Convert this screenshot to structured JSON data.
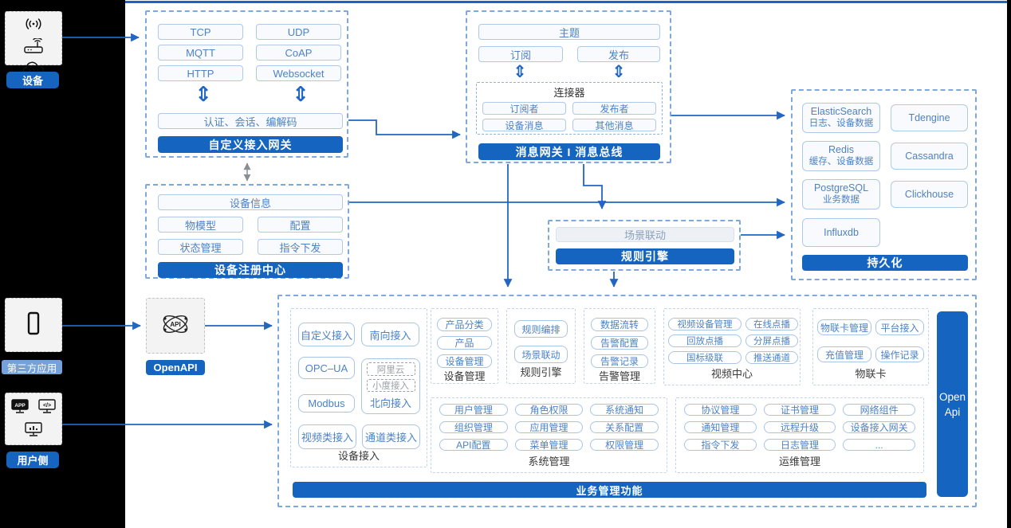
{
  "colors": {
    "accent": "#1565C0",
    "arrow": "#2166C2",
    "chip_text": "#4D82C4",
    "light_label_bg": "#74A2D8"
  },
  "icons": {
    "updown_glyph": "⇕"
  },
  "left_rail": {
    "device": {
      "label": "设备"
    },
    "third_party": {
      "label": "第三方应用"
    },
    "user_side": {
      "label": "用户侧"
    },
    "openapi": {
      "label": "OpenAPI"
    }
  },
  "gateway_box": {
    "protocols": [
      "TCP",
      "UDP",
      "MQTT",
      "CoAP",
      "HTTP",
      "Websocket"
    ],
    "auth": "认证、会话、编解码",
    "title": "自定义接入网关"
  },
  "message_box": {
    "topic": "主题",
    "subscribe": "订阅",
    "publish": "发布",
    "connector_title": "连接器",
    "connector_items": [
      "订阅者",
      "发布者",
      "设备消息",
      "其他消息"
    ],
    "title": "消息网关 I 消息总线"
  },
  "registry_box": {
    "top": "设备信息",
    "items": [
      "物模型",
      "配置",
      "状态管理",
      "指令下发"
    ],
    "title": "设备注册中心"
  },
  "rule_box": {
    "item": "场景联动",
    "title": "规则引擎"
  },
  "persistence_box": {
    "cells": [
      {
        "name": "ElasticSearch",
        "sub": "日志、设备数据"
      },
      {
        "name": "Tdengine",
        "sub": ""
      },
      {
        "name": "Redis",
        "sub": "缓存、设备数据"
      },
      {
        "name": "Cassandra",
        "sub": ""
      },
      {
        "name": "PostgreSQL",
        "sub": "业务数据"
      },
      {
        "name": "Clickhouse",
        "sub": ""
      },
      {
        "name": "Influxdb",
        "sub": ""
      }
    ],
    "title": "持久化"
  },
  "business_box": {
    "title": "业务管理功能",
    "open_api_line1": "Open",
    "open_api_line2": "Api",
    "device_access": {
      "label": "设备接入",
      "custom": "自定义接入",
      "south": "南向接入",
      "opcua": "OPC–UA",
      "north": {
        "label": "北向接入",
        "items": [
          "阿里云",
          "小度接入"
        ]
      },
      "modbus": "Modbus",
      "video": "视频类接入",
      "channel": "通道类接入"
    },
    "sections": [
      {
        "label": "设备管理",
        "items": [
          "产品分类",
          "产品",
          "设备管理"
        ]
      },
      {
        "label": "规则引擎",
        "items": [
          "规则编排",
          "场景联动"
        ]
      },
      {
        "label": "告警管理",
        "items": [
          "数据流转",
          "告警配置",
          "告警记录"
        ]
      },
      {
        "label": "视频中心",
        "items": [
          "视频设备管理",
          "在线点播",
          "回放点播",
          "分屏点播",
          "国标级联",
          "推送通道"
        ]
      },
      {
        "label": "物联卡",
        "items": [
          "物联卡管理",
          "平台接入",
          "充值管理",
          "操作记录"
        ]
      },
      {
        "label": "系统管理",
        "items": [
          "用户管理",
          "角色权限",
          "系统通知",
          "组织管理",
          "应用管理",
          "关系配置",
          "API配置",
          "菜单管理",
          "权限管理"
        ]
      },
      {
        "label": "运维管理",
        "items": [
          "协议管理",
          "证书管理",
          "网络组件",
          "通知管理",
          "远程升级",
          "设备接入网关",
          "指令下发",
          "日志管理",
          "..."
        ]
      }
    ]
  }
}
